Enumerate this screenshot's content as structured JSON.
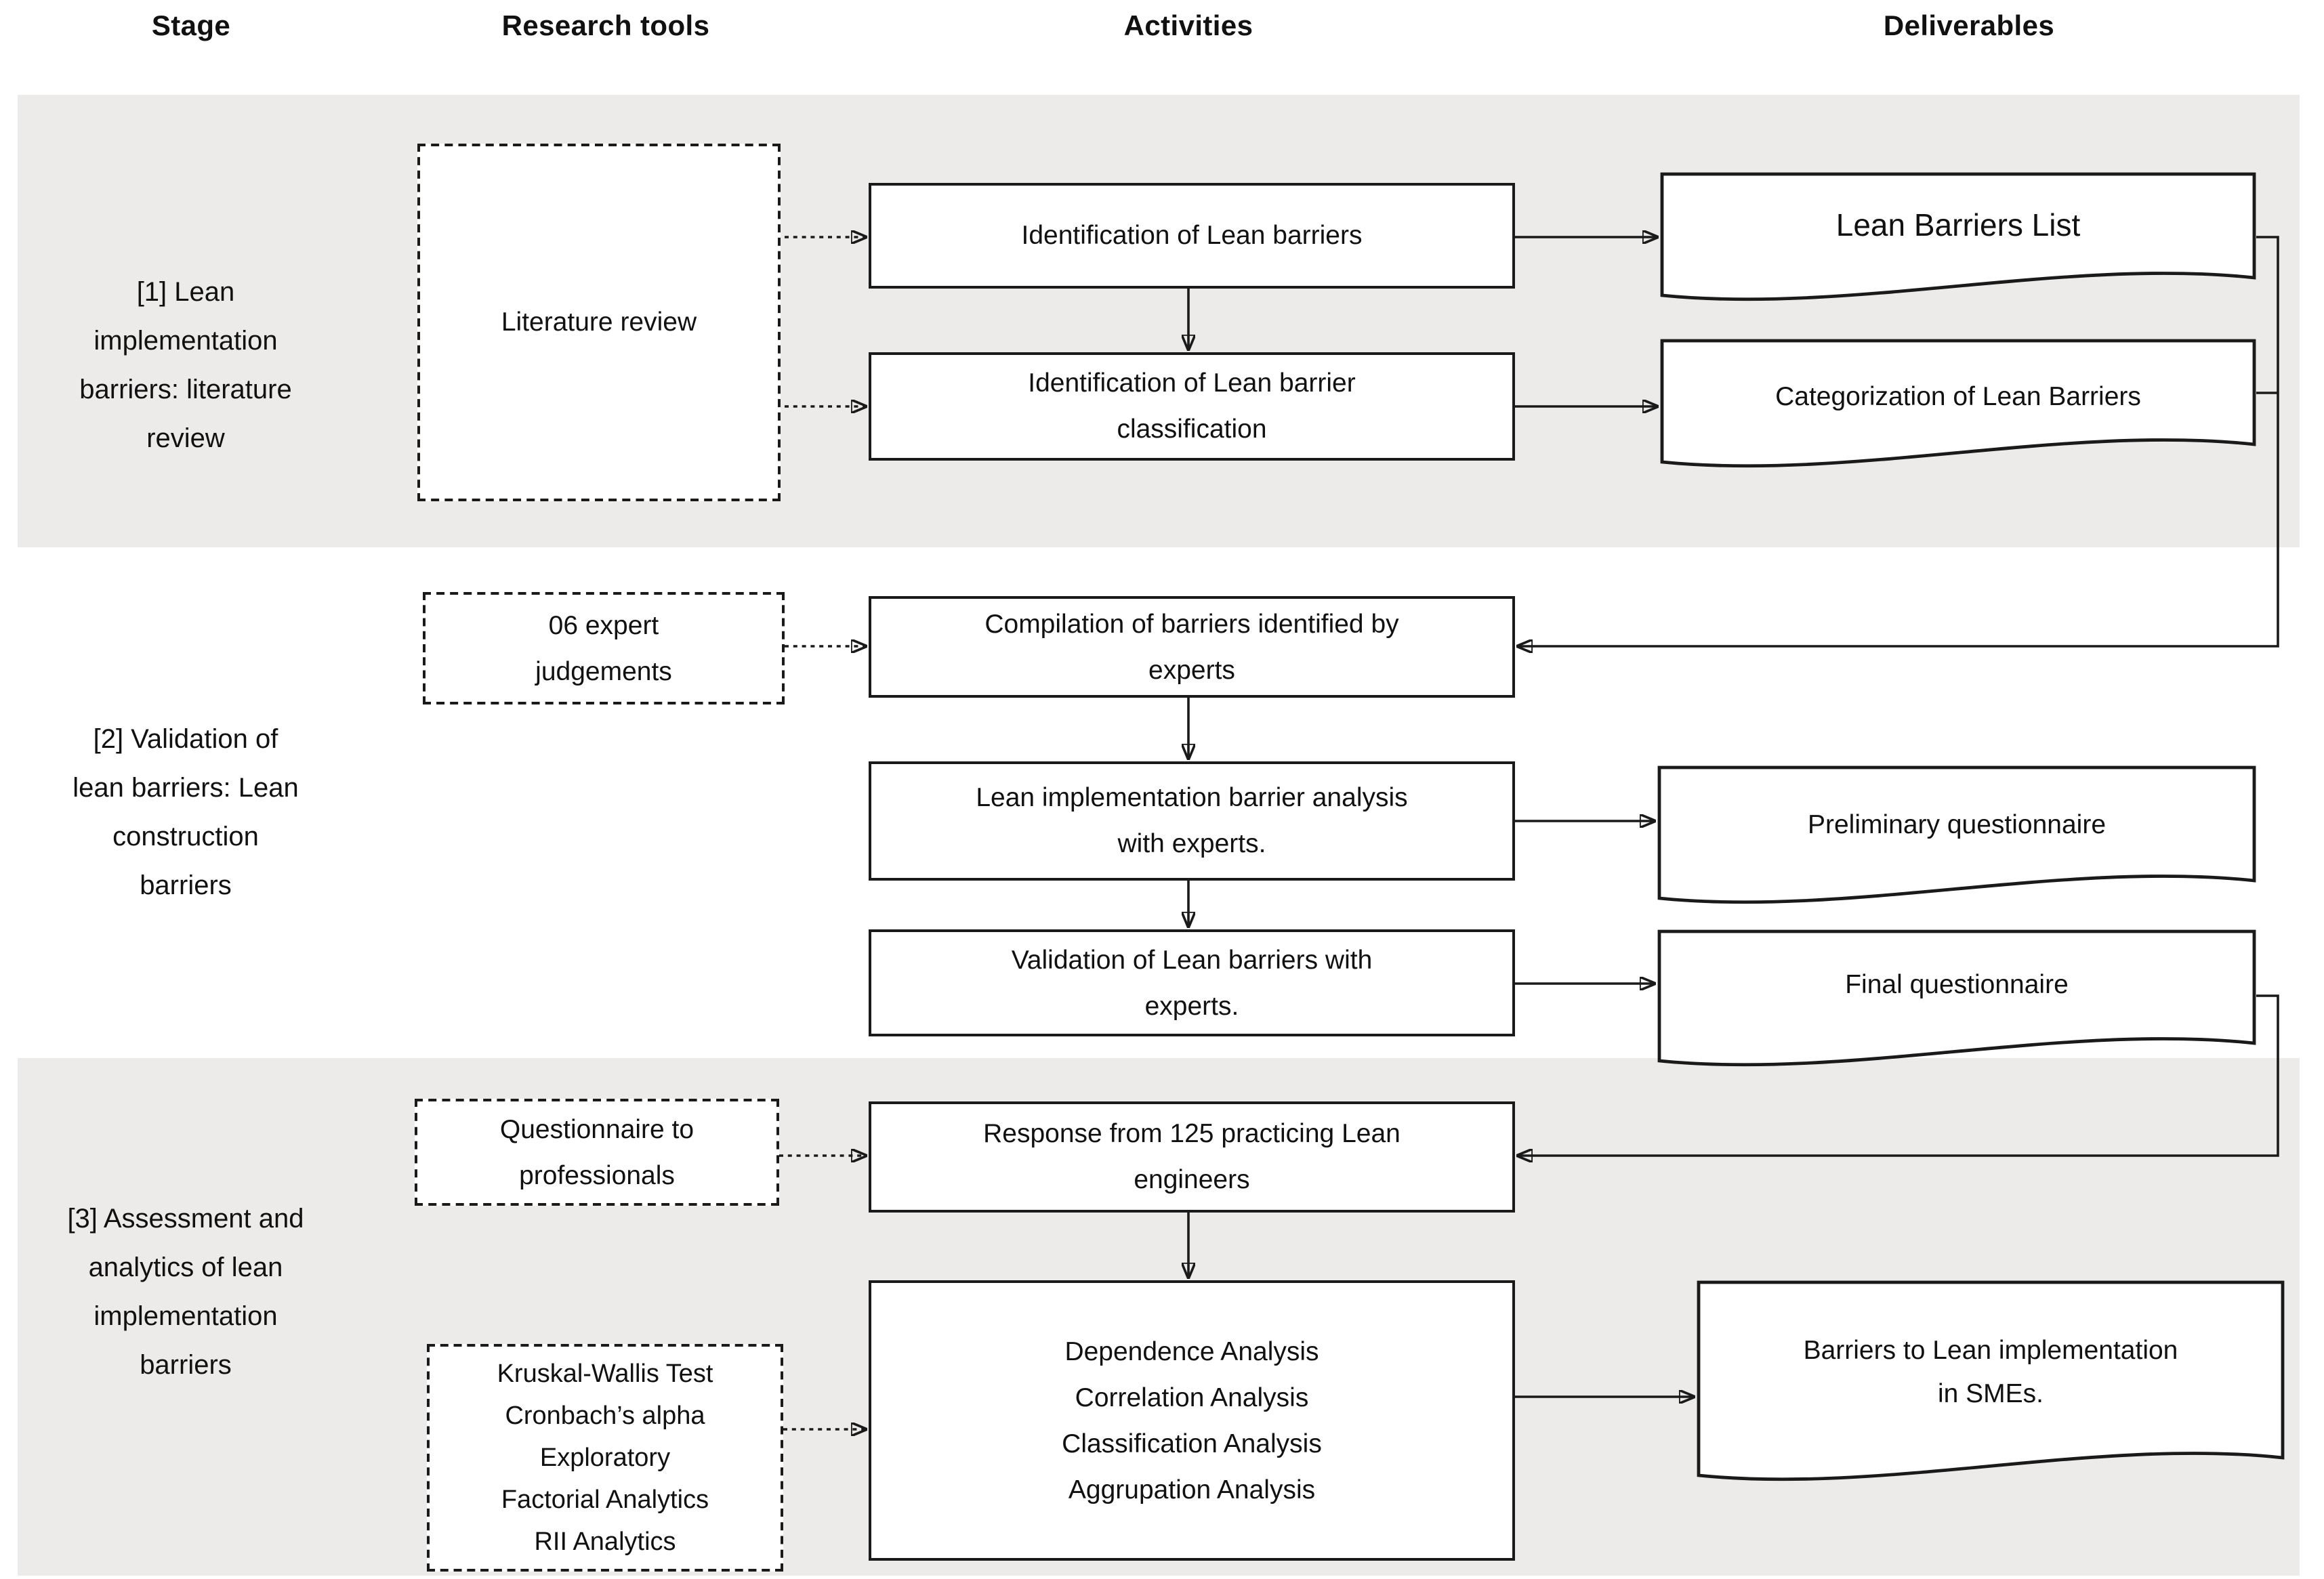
{
  "columns": [
    {
      "label": "Stage"
    },
    {
      "label": "Research tools"
    },
    {
      "label": "Activities"
    },
    {
      "label": "Deliverables"
    }
  ],
  "stages": [
    {
      "label": "[1] Lean\nimplementation\nbarriers: literature\nreview"
    },
    {
      "label": "[2] Validation of\nlean barriers: Lean\nconstruction\nbarriers"
    },
    {
      "label": "[3] Assessment and\nanalytics of lean\nimplementation\nbarriers"
    }
  ],
  "research_tools": [
    {
      "label": "Literature review"
    },
    {
      "label": "06 expert\njudgements"
    },
    {
      "label": "Questionnaire to\nprofessionals"
    },
    {
      "label": "Kruskal-Wallis Test\nCronbach’s alpha\nExploratory\nFactorial Analytics\nRII Analytics"
    }
  ],
  "activities": [
    {
      "label": "Identification of Lean barriers"
    },
    {
      "label": "Identification of Lean barrier\nclassification"
    },
    {
      "label": "Compilation of barriers identified by\nexperts"
    },
    {
      "label": "Lean implementation barrier analysis\nwith experts."
    },
    {
      "label": "Validation of Lean barriers with\nexperts."
    },
    {
      "label": "Response from 125 practicing Lean\nengineers"
    },
    {
      "label": "Dependence Analysis\nCorrelation Analysis\nClassification Analysis\nAggrupation Analysis"
    }
  ],
  "deliverables": [
    {
      "label": "Lean Barriers List"
    },
    {
      "label": "Categorization of Lean Barriers"
    },
    {
      "label": "Preliminary questionnaire"
    },
    {
      "label": "Final questionnaire"
    },
    {
      "label": "Barriers to Lean implementation\nin SMEs."
    }
  ],
  "colors": {
    "band": "#ecebea",
    "stroke": "#1a1a1a",
    "text": "#111111",
    "boxbg": "#ffffff"
  }
}
